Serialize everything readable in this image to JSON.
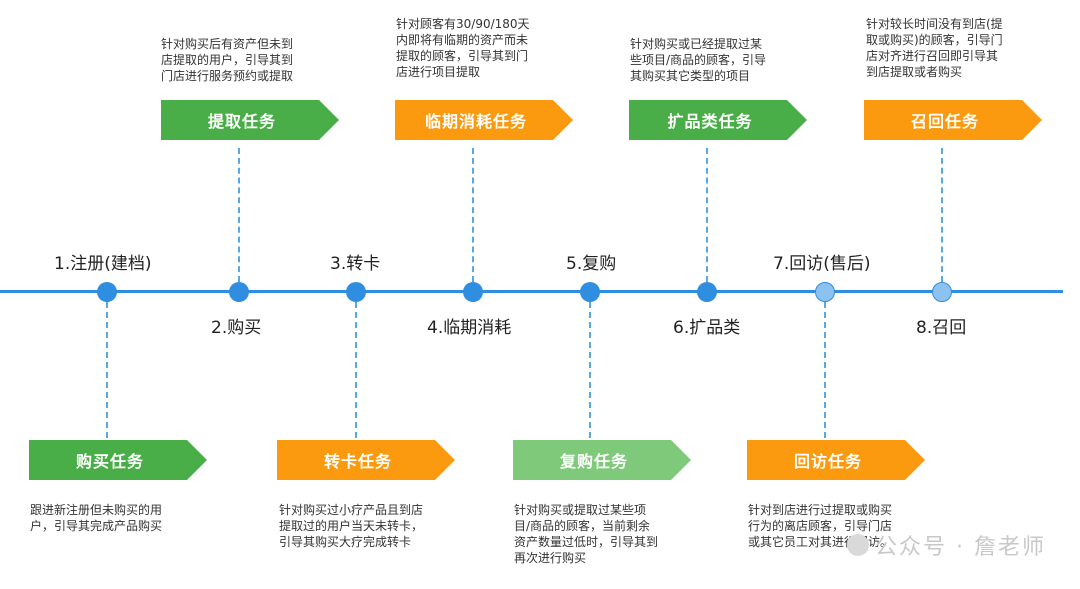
{
  "stages": [
    "1.注册(建档)",
    "2.购买",
    "3.转卡",
    "4.临期消耗",
    "5.复购",
    "6.扩品类",
    "7.回访(售后)",
    "8.召回"
  ],
  "top_tasks": [
    {
      "label": "提取任务",
      "desc": "针对购买后有资产但未到\n店提取的用户，引导其到\n门店进行服务预约或提取",
      "color": "#4aae48"
    },
    {
      "label": "临期消耗任务",
      "desc": "针对顾客有30/90/180天\n内即将有临期的资产而未\n提取的顾客，引导其到门\n店进行项目提取",
      "color": "#fb9a0e"
    },
    {
      "label": "扩品类任务",
      "desc": "针对购买或已经提取过某\n些项目/商品的顾客，引导\n其购买其它类型的项目",
      "color": "#4aae48"
    },
    {
      "label": "召回任务",
      "desc": "针对较长时间没有到店(提\n取或购买)的顾客，引导门\n店对齐进行召回即引导其\n到店提取或者购买",
      "color": "#fb9a0e"
    }
  ],
  "bottom_tasks": [
    {
      "label": "购买任务",
      "desc": "跟进新注册但未购买的用\n户，引导其完成产品购买",
      "color": "#4aae48"
    },
    {
      "label": "转卡任务",
      "desc": "针对购买过小疗产品且到店\n提取过的用户当天未转卡，\n引导其购买大疗完成转卡",
      "color": "#fb9a0e"
    },
    {
      "label": "复购任务",
      "desc": "针对购买或提取过某些项\n目/商品的顾客，当前剩余\n资产数量过低时，引导其到\n再次进行购买",
      "color": "#7ec97a"
    },
    {
      "label": "回访任务",
      "desc": "针对到店进行过提取或购买\n行为的离店顾客，引导门店\n或其它员工对其进行回访。",
      "color": "#fb9a0e"
    }
  ],
  "watermark": "公众号 · 詹老师"
}
